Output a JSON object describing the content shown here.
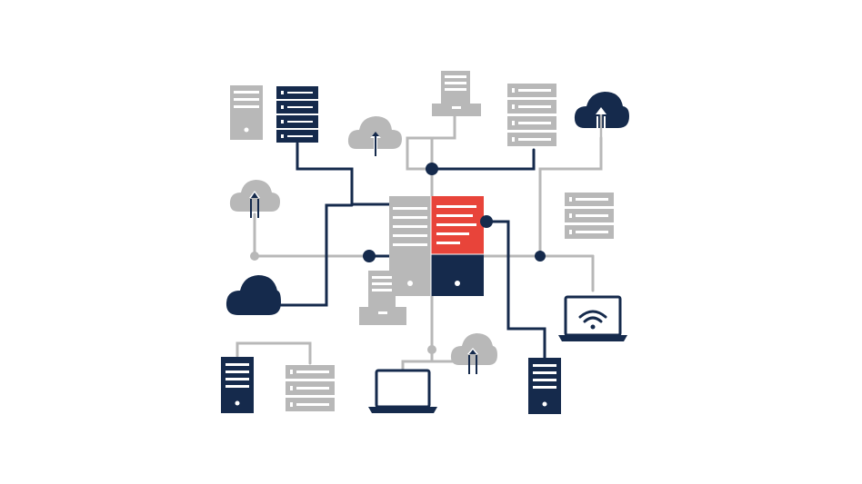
{
  "colors": {
    "navy": "#152a4c",
    "gray": "#b8b8b8",
    "red": "#e8443a",
    "white": "#ffffff"
  },
  "nodes": [
    {
      "id": "server-gray-top-left",
      "icon": "tower-server-icon",
      "color": "gray"
    },
    {
      "id": "server-rack-navy-top-left",
      "icon": "rack-server-icon",
      "color": "navy"
    },
    {
      "id": "cloud-upload-gray-top",
      "icon": "cloud-upload-icon",
      "color": "gray"
    },
    {
      "id": "desktop-gray-top",
      "icon": "desktop-computer-icon",
      "color": "gray"
    },
    {
      "id": "server-rack-gray-top-right",
      "icon": "rack-server-icon",
      "color": "gray"
    },
    {
      "id": "cloud-upload-navy-top-right",
      "icon": "cloud-upload-icon",
      "color": "navy"
    },
    {
      "id": "cloud-upload-gray-left",
      "icon": "cloud-upload-icon",
      "color": "gray"
    },
    {
      "id": "server-rack-gray-right",
      "icon": "rack-server-icon",
      "color": "gray"
    },
    {
      "id": "central-server-gray",
      "icon": "tower-server-icon",
      "color": "gray"
    },
    {
      "id": "central-server-red",
      "icon": "tower-server-icon",
      "color": "red"
    },
    {
      "id": "central-server-navy",
      "icon": "tower-server-icon",
      "color": "navy"
    },
    {
      "id": "cloud-navy-left",
      "icon": "cloud-icon",
      "color": "navy"
    },
    {
      "id": "desktop-gray-center",
      "icon": "desktop-computer-icon",
      "color": "gray"
    },
    {
      "id": "laptop-wifi-navy",
      "icon": "laptop-wifi-icon",
      "color": "navy"
    },
    {
      "id": "cloud-upload-gray-bottom",
      "icon": "cloud-upload-icon",
      "color": "gray"
    },
    {
      "id": "server-navy-bottom-left",
      "icon": "tower-server-icon",
      "color": "navy"
    },
    {
      "id": "server-rack-gray-bottom-left",
      "icon": "rack-server-icon",
      "color": "gray"
    },
    {
      "id": "laptop-navy-bottom",
      "icon": "laptop-icon",
      "color": "navy"
    },
    {
      "id": "server-navy-bottom-right",
      "icon": "tower-server-icon",
      "color": "navy"
    }
  ]
}
